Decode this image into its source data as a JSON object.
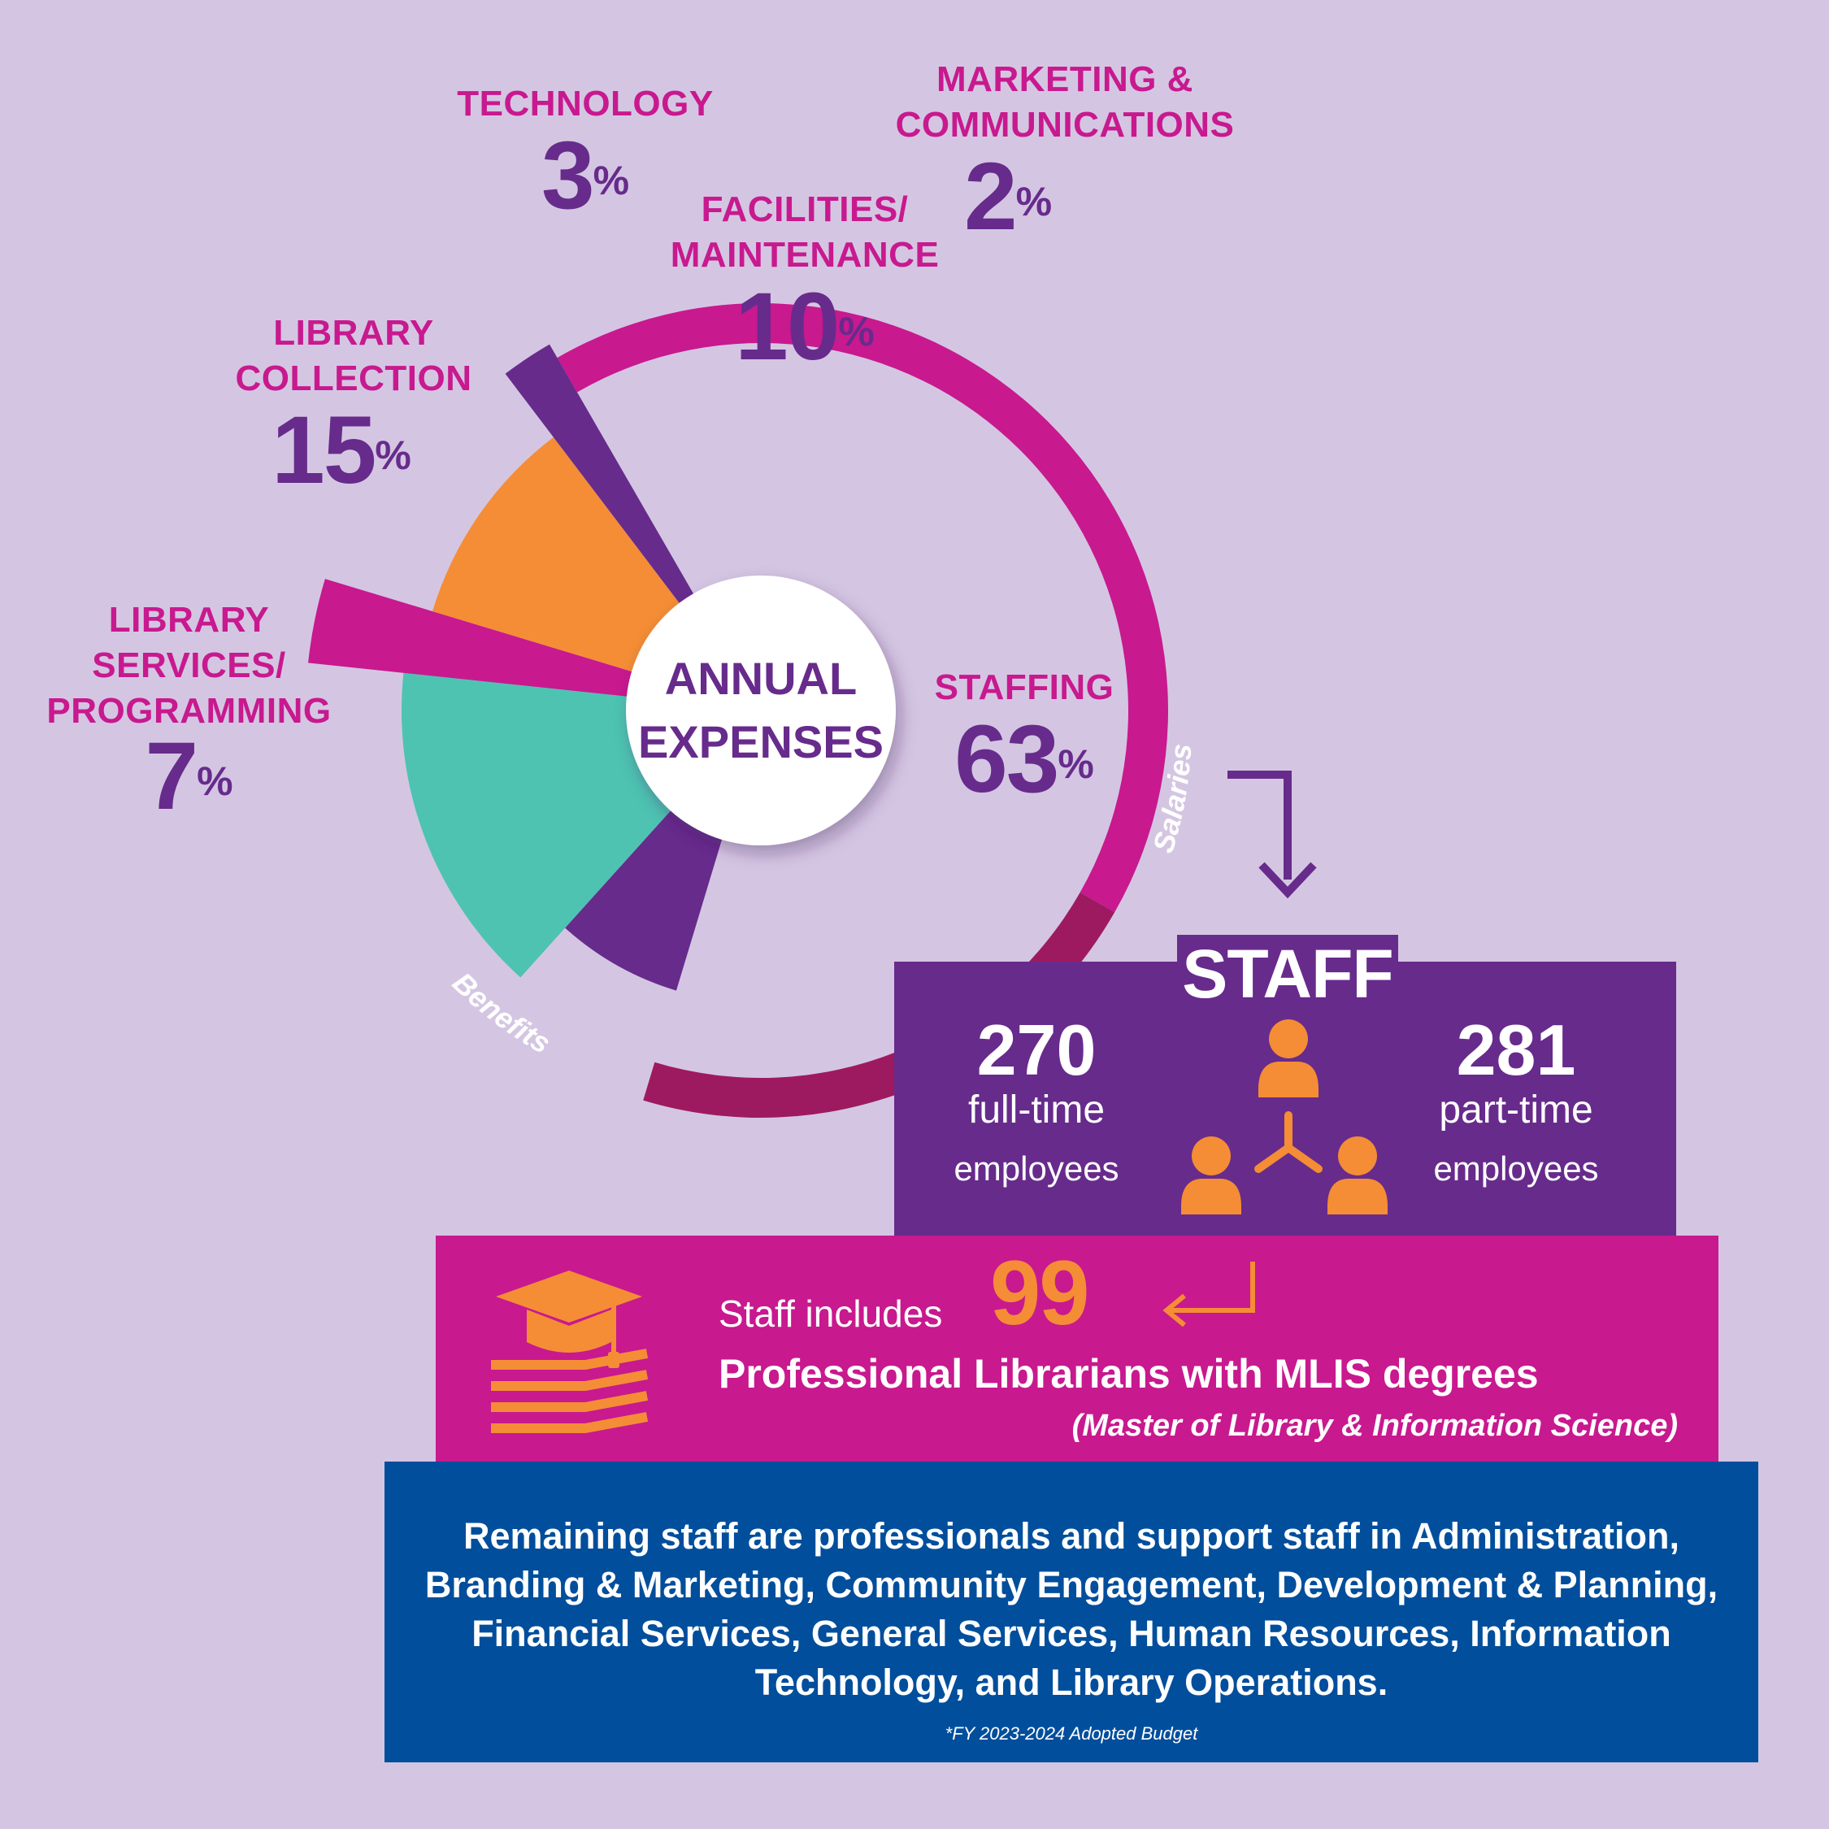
{
  "chart_data": {
    "type": "pie",
    "title": "ANNUAL EXPENSES",
    "center_label": [
      "ANNUAL",
      "EXPENSES"
    ],
    "slices": [
      {
        "label": "STAFFING",
        "value": 63,
        "color": "#c8198f",
        "sub_segments": [
          "Salaries",
          "Benefits"
        ]
      },
      {
        "label": "LIBRARY SERVICES/ PROGRAMMING",
        "value": 7,
        "color": "#672b8c"
      },
      {
        "label": "LIBRARY COLLECTION",
        "value": 15,
        "color": "#4ec3b2"
      },
      {
        "label": "TECHNOLOGY",
        "value": 3,
        "color": "#c8198f"
      },
      {
        "label": "FACILITIES/ MAINTENANCE",
        "value": 10,
        "color": "#f48d35"
      },
      {
        "label": "MARKETING & COMMUNICATIONS",
        "value": 2,
        "color": "#672b8c"
      }
    ],
    "benefits_color": "#9e1a60"
  },
  "labels": {
    "staffing": {
      "name": "STAFFING",
      "pct": "63",
      "sign": "%"
    },
    "services": {
      "line1": "LIBRARY",
      "line2": "SERVICES/",
      "line3": "PROGRAMMING",
      "pct": "7",
      "sign": "%"
    },
    "collection": {
      "line1": "LIBRARY",
      "line2": "COLLECTION",
      "pct": "15",
      "sign": "%"
    },
    "technology": {
      "line1": "TECHNOLOGY",
      "pct": "3",
      "sign": "%"
    },
    "facilities": {
      "line1": "FACILITIES/",
      "line2": "MAINTENANCE",
      "pct": "10",
      "sign": "%"
    },
    "marketing": {
      "line1": "MARKETING &",
      "line2": "COMMUNICATIONS",
      "pct": "2",
      "sign": "%"
    },
    "salaries": "Salaries",
    "benefits": "Benefits"
  },
  "staff": {
    "title": "STAFF",
    "full_time_count": "270",
    "full_time_label1": "full-time",
    "full_time_label2": "employees",
    "part_time_count": "281",
    "part_time_label1": "part-time",
    "part_time_label2": "employees"
  },
  "mlis": {
    "prefix": "Staff includes",
    "count": "99",
    "line2": "Professional Librarians with MLIS degrees",
    "line3": "(Master of Library & Information Science)"
  },
  "remaining": {
    "line1": "Remaining staff are professionals and support staff in Administration,",
    "line2": "Branding & Marketing, Community Engagement, Development & Planning,",
    "line3": "Financial Services, General Services, Human Resources, Information",
    "line4": "Technology, and Library Operations."
  },
  "footnote": "*FY 2023-2024 Adopted Budget",
  "colors": {
    "background": "#d4c6e2",
    "purple": "#672b8c",
    "magenta": "#c8198f",
    "orange": "#f48d35",
    "teal": "#4ec3b2",
    "blue": "#004e9c"
  }
}
